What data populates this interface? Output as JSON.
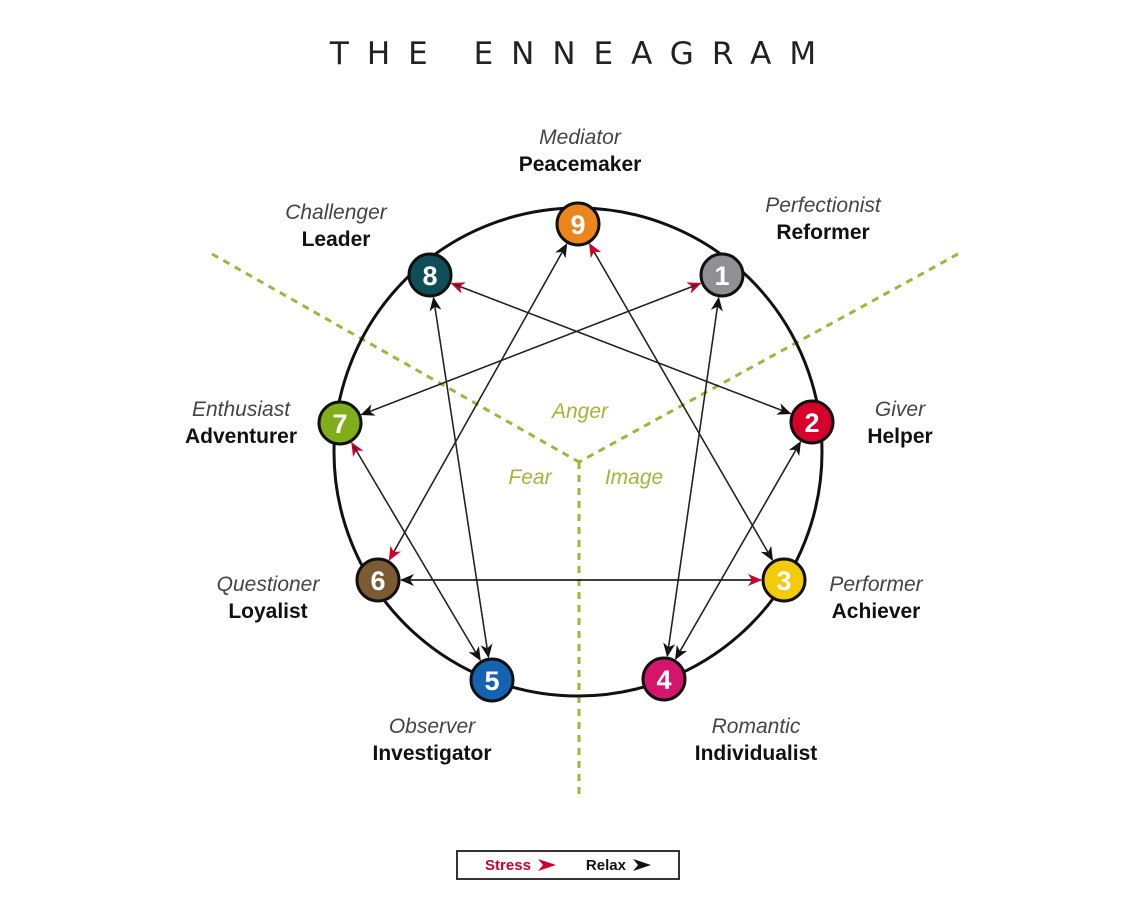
{
  "title": "THE ENNEAGRAM",
  "types": [
    {
      "number": "1",
      "role": "Perfectionist",
      "name": "Reformer",
      "color": "#8f8f94"
    },
    {
      "number": "2",
      "role": "Giver",
      "name": "Helper",
      "color": "#d6002a"
    },
    {
      "number": "3",
      "role": "Performer",
      "name": "Achiever",
      "color": "#f2cc0b"
    },
    {
      "number": "4",
      "role": "Romantic",
      "name": "Individualist",
      "color": "#d5156c"
    },
    {
      "number": "5",
      "role": "Observer",
      "name": "Investigator",
      "color": "#1462b0"
    },
    {
      "number": "6",
      "role": "Questioner",
      "name": "Loyalist",
      "color": "#7c5a34"
    },
    {
      "number": "7",
      "role": "Enthusiast",
      "name": "Adventurer",
      "color": "#7fae1a"
    },
    {
      "number": "8",
      "role": "Challenger",
      "name": "Leader",
      "color": "#0f4e57"
    },
    {
      "number": "9",
      "role": "Mediator",
      "name": "Peacemaker",
      "color": "#ea861c"
    }
  ],
  "centers": {
    "anger": "Anger",
    "fear": "Fear",
    "image": "Image"
  },
  "legend": {
    "stress": "Stress",
    "relax": "Relax",
    "stress_color": "#d0002a",
    "relax_color": "#111111"
  },
  "arrows": [
    {
      "from": "1",
      "to": "4",
      "kind": "relax"
    },
    {
      "from": "4",
      "to": "2",
      "kind": "relax"
    },
    {
      "from": "2",
      "to": "8",
      "kind": "stress"
    },
    {
      "from": "8",
      "to": "5",
      "kind": "relax"
    },
    {
      "from": "5",
      "to": "7",
      "kind": "stress"
    },
    {
      "from": "7",
      "to": "1",
      "kind": "stress"
    },
    {
      "from": "9",
      "to": "3",
      "kind": "relax"
    },
    {
      "from": "3",
      "to": "6",
      "kind": "relax"
    },
    {
      "from": "6",
      "to": "9",
      "kind": "relax"
    },
    {
      "from": "8",
      "to": "2",
      "kind": "relax"
    },
    {
      "from": "1",
      "to": "7",
      "kind": "relax"
    },
    {
      "from": "7",
      "to": "5",
      "kind": "relax"
    },
    {
      "from": "3",
      "to": "9",
      "kind": "stress"
    },
    {
      "from": "9",
      "to": "6",
      "kind": "stress"
    },
    {
      "from": "6",
      "to": "3",
      "kind": "stress"
    },
    {
      "from": "5",
      "to": "8",
      "kind": "relax"
    },
    {
      "from": "2",
      "to": "4",
      "kind": "relax"
    },
    {
      "from": "4",
      "to": "1",
      "kind": "relax"
    }
  ]
}
